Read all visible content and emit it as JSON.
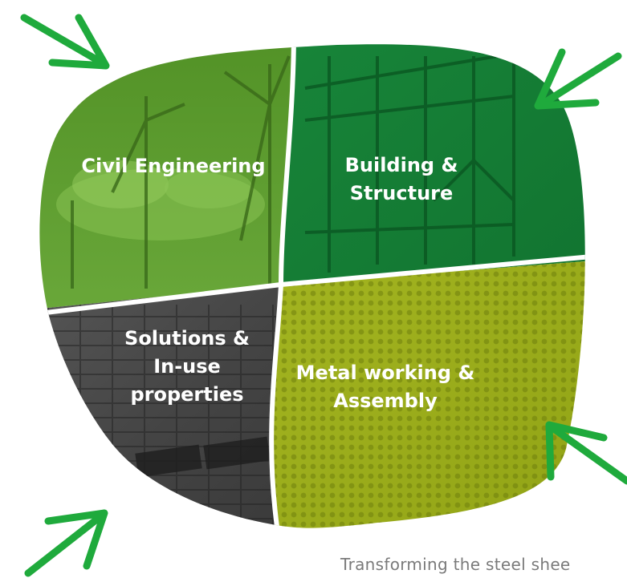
{
  "colors": {
    "arrow": "#1faa3c",
    "civil": "#5a9a2c",
    "building": "#17813a",
    "solutions": "#4a4a4a",
    "metal": "#a6b81e",
    "caption": "#7a7a7a"
  },
  "segments": [
    {
      "id": "civil",
      "label": "Civil Engineering",
      "icon": "wind-turbine-photo"
    },
    {
      "id": "building",
      "label": "Building &\nStructure",
      "icon": "steel-frame-photo"
    },
    {
      "id": "solutions",
      "label": "Solutions &\nIn-use\nproperties",
      "icon": "solar-roof-photo"
    },
    {
      "id": "metal",
      "label": "Metal working &\nAssembly",
      "icon": "perforated-sheet-photo"
    }
  ],
  "caption": "Transforming the steel shee"
}
